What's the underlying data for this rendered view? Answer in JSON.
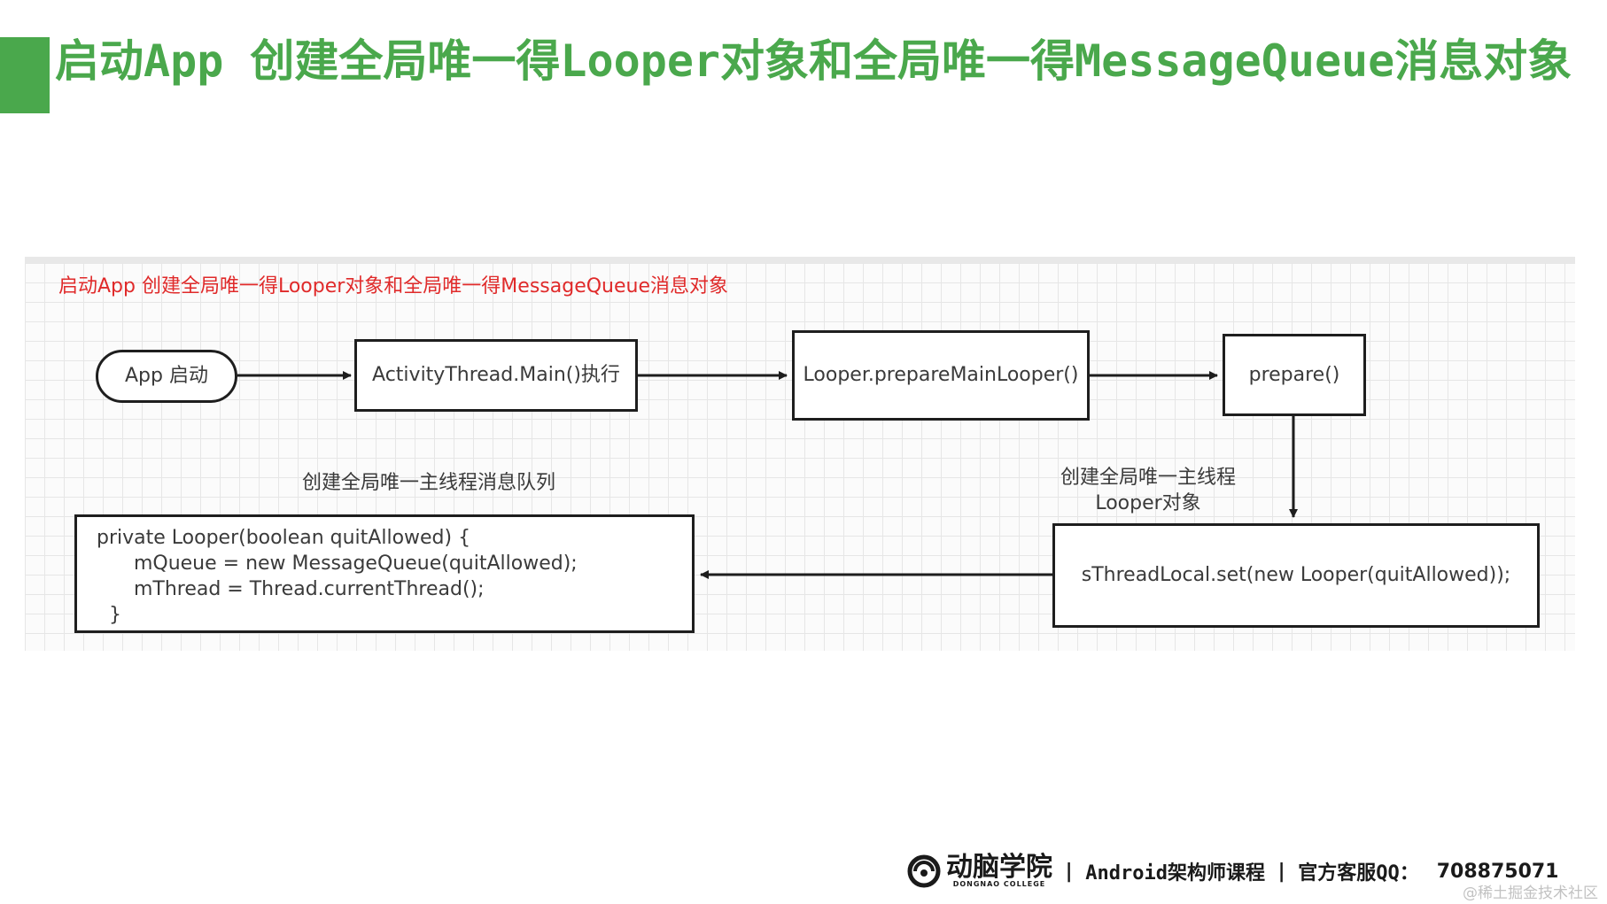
{
  "slide": {
    "title": "启动App 创建全局唯一得Looper对象和全局唯一得MessageQueue消息对象"
  },
  "diagram": {
    "note": "启动App 创建全局唯一得Looper对象和全局唯一得MessageQueue消息对象",
    "nodes": {
      "app_start": "App 启动",
      "activity_thread": "ActivityThread.Main()执行",
      "prepare_main_looper": "Looper.prepareMainLooper()",
      "prepare": "prepare()",
      "thread_local_set": "sThreadLocal.set(new Looper(quitAllowed));",
      "looper_constructor": "private Looper(boolean quitAllowed) {\n      mQueue = new MessageQueue(quitAllowed);\n      mThread = Thread.currentThread();\n  }"
    },
    "edge_labels": {
      "create_looper": "创建全局唯一主线程Looper对象",
      "create_queue": "创建全局唯一主线程消息队列"
    },
    "colors": {
      "note": "#e02a2a",
      "stroke": "#1e1e1e",
      "text": "#3a3a3a"
    }
  },
  "footer": {
    "logo_cn": "动脑学院",
    "logo_en": "DONGNAO COLLEGE",
    "separator": "|",
    "course": "Android架构师课程",
    "qq_label": "官方客服QQ：",
    "qq_number": "708875071"
  },
  "watermark": "@稀土掘金技术社区",
  "colors": {
    "accent": "#4aa84c"
  }
}
